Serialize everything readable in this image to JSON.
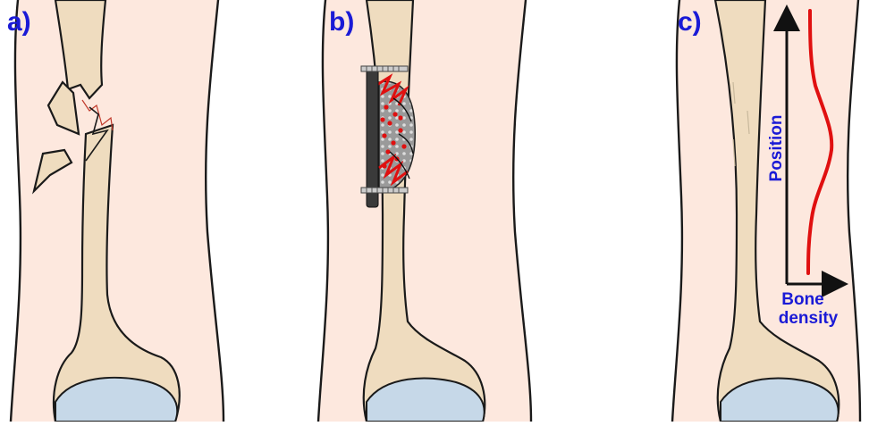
{
  "panels": [
    {
      "label": "a)"
    },
    {
      "label": "b)"
    },
    {
      "label": "c)"
    }
  ],
  "graph": {
    "y_axis_label": "Position",
    "x_axis_label_line1": "Bone",
    "x_axis_label_line2": "density"
  },
  "colors": {
    "label_blue": "#1a1ad6",
    "skin": "#fde8de",
    "bone": "#efdcbf",
    "cartilage": "#c6d8e8",
    "fracture_red": "#e01010",
    "plate": "#3a3a3a",
    "density_curve": "#e01010"
  }
}
